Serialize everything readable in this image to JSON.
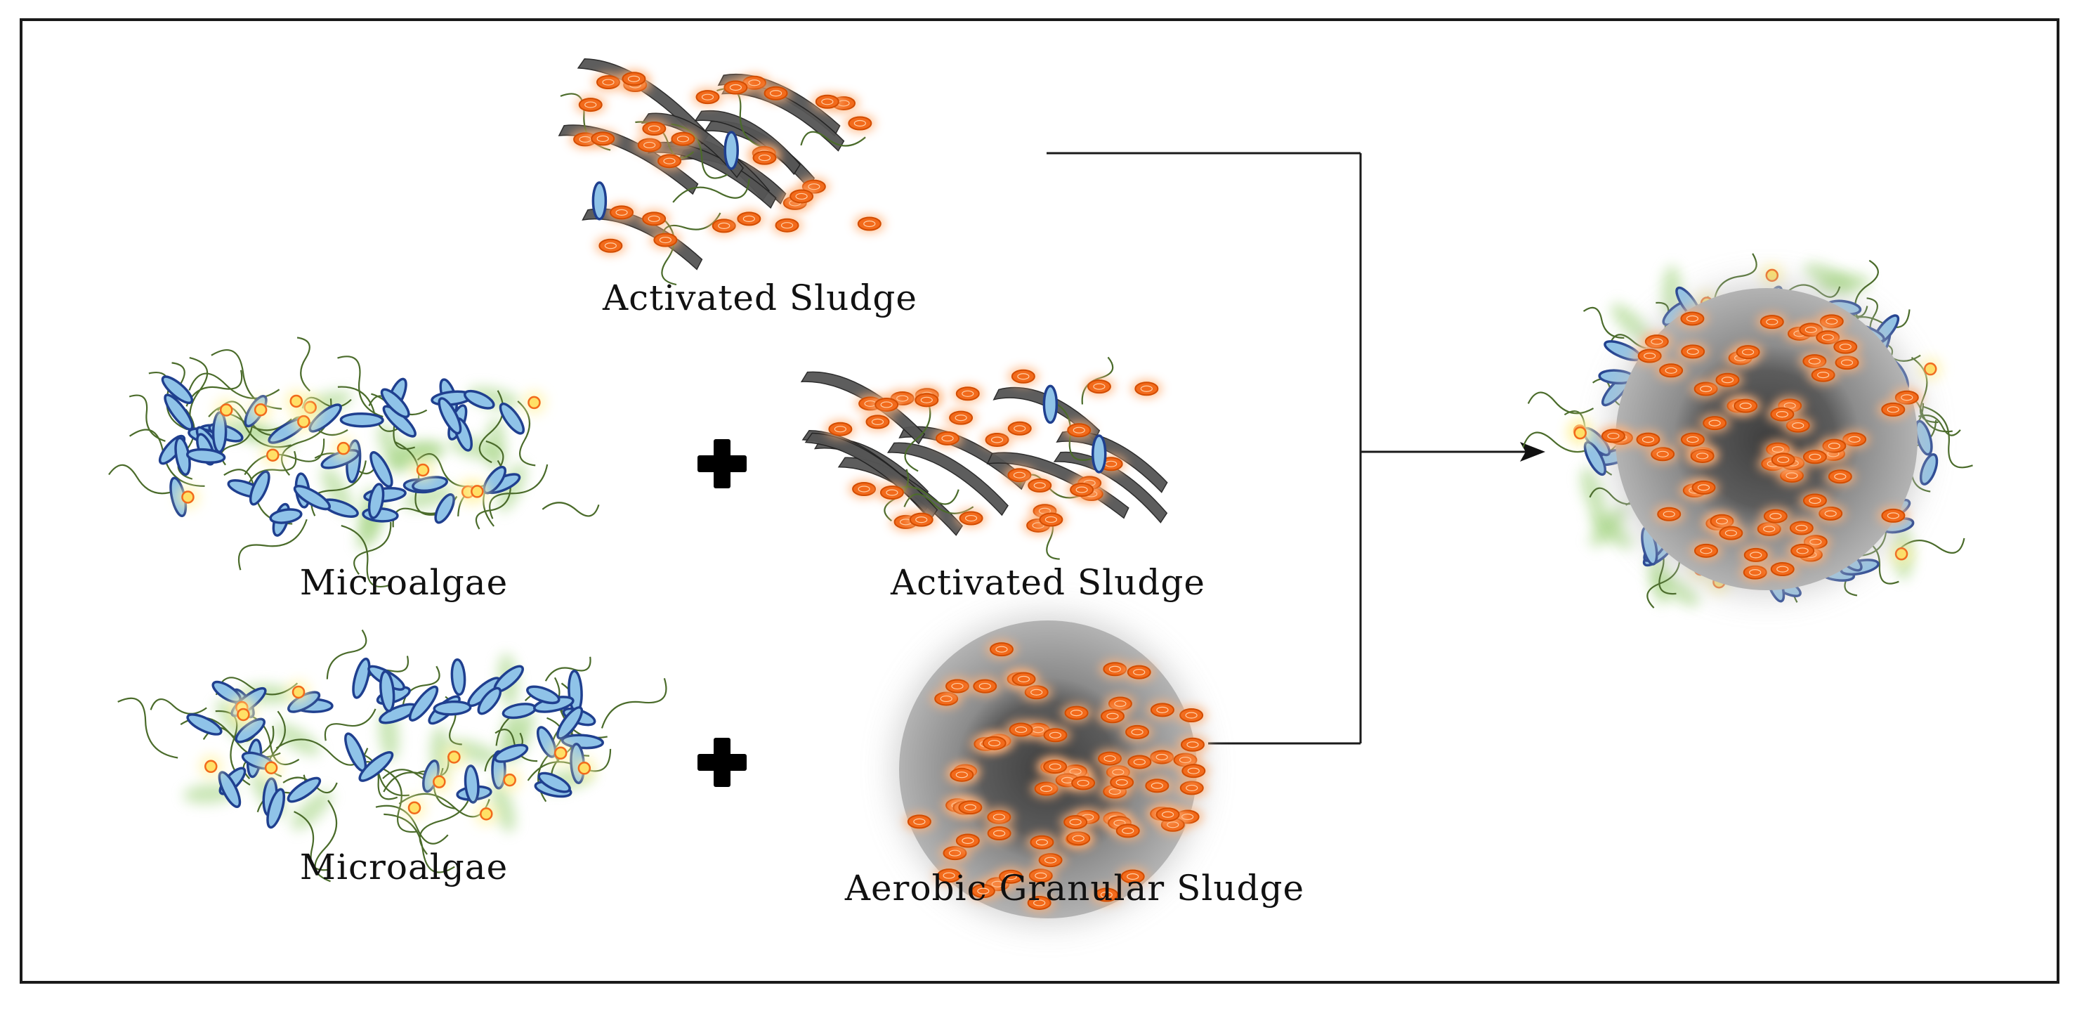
{
  "labels": {
    "top_sludge": "Activated Sludge",
    "microalgae_1": "Microalgae",
    "sludge_2": "Activated Sludge",
    "microalgae_2": "Microalgae",
    "granular": "Aerobic Granular Sludge"
  },
  "symbols": {
    "plus": "+"
  },
  "colors": {
    "frame": "#1a1a1a",
    "orange_cell": "#f26a1b",
    "orange_glow": "#ffb27a",
    "blue_algae": "#1f3f8f",
    "green_algae": "#9fd27a",
    "yellow_cell": "#f5c518",
    "flake_dark": "#555555",
    "granule_gray": "#9a9a9a"
  }
}
